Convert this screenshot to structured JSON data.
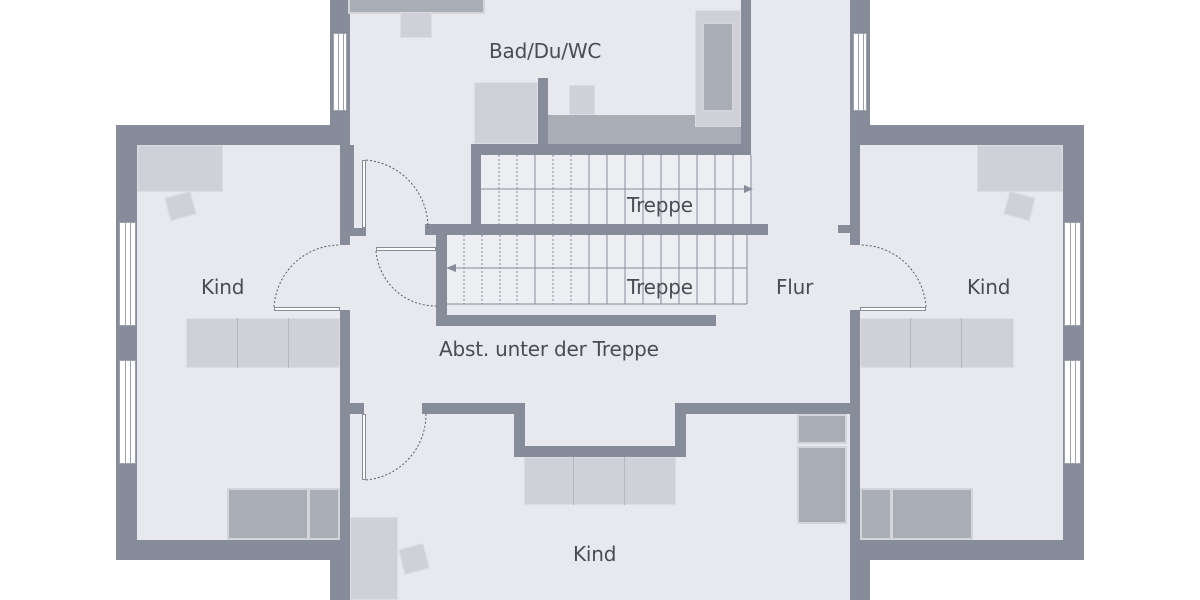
{
  "floor_plan": {
    "rooms": [
      {
        "id": "bath",
        "label": "Bad/Du/WC"
      },
      {
        "id": "stairs-upper",
        "label": "Treppe"
      },
      {
        "id": "stairs-lower",
        "label": "Treppe"
      },
      {
        "id": "hallway",
        "label": "Flur"
      },
      {
        "id": "storage",
        "label": "Abst. unter der Treppe"
      },
      {
        "id": "kid-left",
        "label": "Kind"
      },
      {
        "id": "kid-right",
        "label": "Kind"
      },
      {
        "id": "kid-bottom",
        "label": "Kind"
      }
    ],
    "colors": {
      "wall": "#868c9a",
      "floor": "#e8e9ee",
      "furniture_light": "#cfd0d8",
      "furniture_dark": "#a9adb5",
      "text": "#4a4c54",
      "background": "#ffffff"
    }
  }
}
